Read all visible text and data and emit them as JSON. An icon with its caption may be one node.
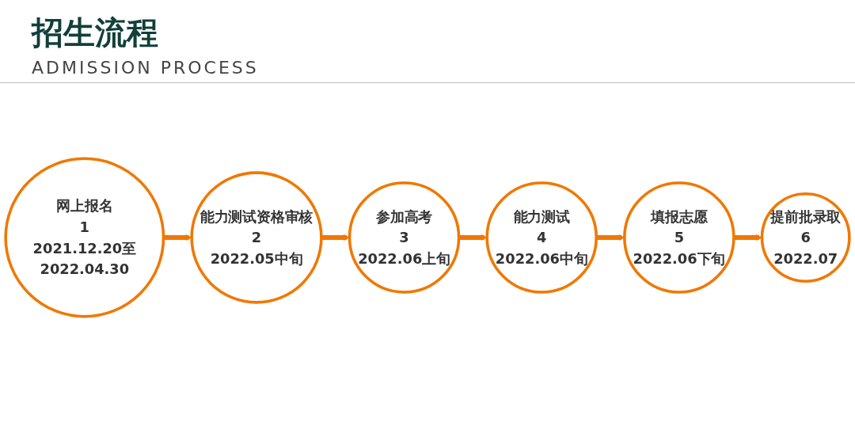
{
  "diagram": {
    "title": "招生流程",
    "nodes": [
      {
        "text": [
          "网上报名",
          "1",
          "2021.12.20至2022.04.30"
        ]
      },
      {
        "text": [
          "能力测试资格审核",
          "2",
          "2022.05中旬"
        ]
      },
      {
        "text": [
          "参加高考",
          "3",
          "2022.06上旬"
        ]
      },
      {
        "text": [
          "能力测试",
          "4",
          "2022.06中旬"
        ]
      },
      {
        "text": [
          "填报志愿",
          "5",
          "2022.06下旬"
        ]
      },
      {
        "text": [
          "提前批录取",
          "6",
          "2022.07"
        ]
      }
    ],
    "edges": [
      {
        "from": 0,
        "to": 1,
        "arrow": "to"
      },
      {
        "from": 1,
        "to": 2,
        "arrow": "to"
      },
      {
        "from": 2,
        "to": 3,
        "arrow": "to"
      },
      {
        "from": 3,
        "to": 4,
        "arrow": "to"
      },
      {
        "from": 4,
        "to": 5,
        "arrow": "to"
      }
    ],
    "labels": [
      "ADMISSION PROCESS"
    ]
  }
}
